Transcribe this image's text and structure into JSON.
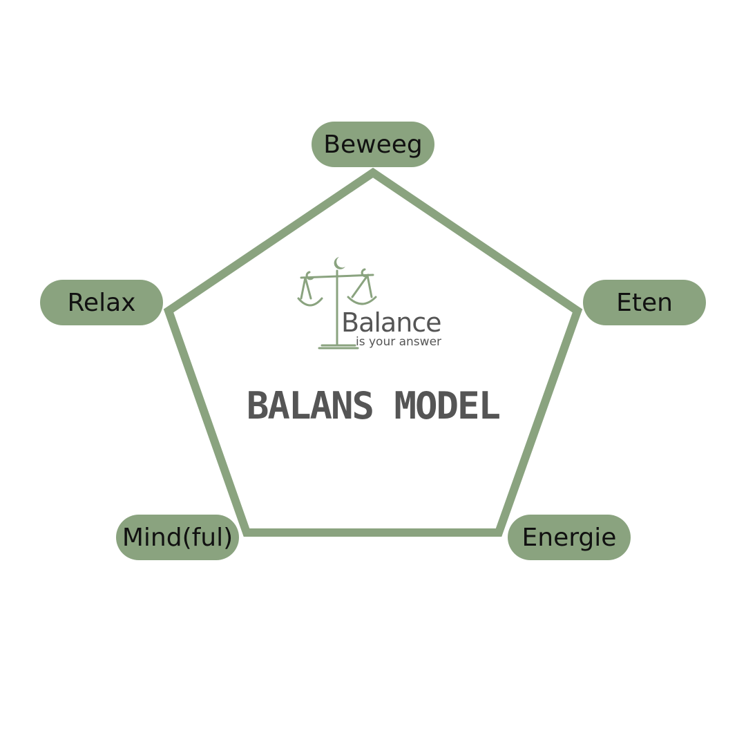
{
  "diagram": {
    "nodes": {
      "top": "Beweeg",
      "left": "Relax",
      "right": "Eten",
      "bottom_left": "Mind(ful)",
      "bottom_right": "Energie"
    },
    "title": "BALANS MODEL"
  },
  "logo": {
    "wordmark": "Balance",
    "tagline": "is your answer"
  },
  "colors": {
    "accent": "#8aa37f",
    "text_dark": "#111111",
    "text_grey": "#555555",
    "background": "#ffffff"
  },
  "icons": {
    "logo_mark": "scales-icon"
  }
}
